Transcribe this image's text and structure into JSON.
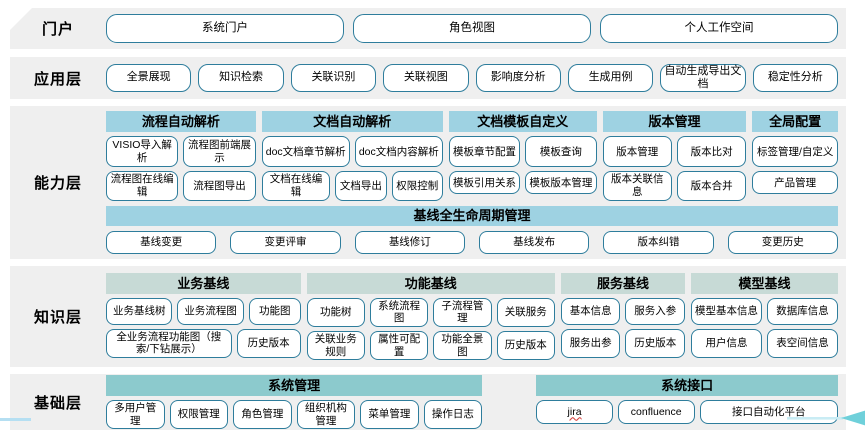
{
  "colors": {
    "band_background": "#efefef",
    "button_border": "#2e7d9c",
    "capability_header": "#9ed2e2",
    "knowledge_header": "#c7dad6",
    "foundation_header": "#8ccacd",
    "arrow": "#6fd0da",
    "arrow_tail": "#c9ecf4",
    "spellcheck_underline": "#d64541"
  },
  "layers": {
    "portal": {
      "label": "门户",
      "buttons": [
        "系统门户",
        "角色视图",
        "个人工作空间"
      ]
    },
    "application": {
      "label": "应用层",
      "buttons": [
        "全景展现",
        "知识检索",
        "关联识别",
        "关联视图",
        "影响度分析",
        "生成用例",
        "自动生成导出文档",
        "稳定性分析"
      ]
    },
    "capability": {
      "label": "能力层",
      "groups": [
        {
          "header": "流程自动解析",
          "rows": [
            [
              "VISIO导入解析",
              "流程图前端展示"
            ],
            [
              "流程图在线编辑",
              "流程图导出"
            ]
          ]
        },
        {
          "header": "文档自动解析",
          "rows": [
            [
              "doc文档章节解析",
              "doc文档内容解析"
            ],
            [
              "文档在线编辑",
              "文档导出",
              "权限控制"
            ]
          ]
        },
        {
          "header": "文档模板自定义",
          "rows": [
            [
              "模板章节配置",
              "模板查询"
            ],
            [
              "模板引用关系",
              "模板版本管理"
            ]
          ]
        },
        {
          "header": "版本管理",
          "rows": [
            [
              "版本管理",
              "版本比对"
            ],
            [
              "版本关联信息",
              "版本合并"
            ]
          ]
        },
        {
          "header": "全局配置",
          "rows": [
            [
              "标签管理/自定义"
            ],
            [
              "产品管理"
            ]
          ]
        }
      ],
      "baseline": {
        "header": "基线全生命周期管理",
        "buttons": [
          "基线变更",
          "变更评审",
          "基线修订",
          "基线发布",
          "版本纠错",
          "变更历史"
        ]
      }
    },
    "knowledge": {
      "label": "知识层",
      "groups": [
        {
          "header": "业务基线",
          "rows": [
            [
              "业务基线树",
              "业务流程图",
              "功能图"
            ],
            [
              "全业务流程功能图（搜索/下钻展示）",
              "历史版本"
            ]
          ]
        },
        {
          "header": "功能基线",
          "rows": [
            [
              "功能树",
              "系统流程图",
              "子流程管理",
              "关联服务"
            ],
            [
              "关联业务规则",
              "属性可配置",
              "功能全景图",
              "历史版本"
            ]
          ]
        },
        {
          "header": "服务基线",
          "rows": [
            [
              "基本信息",
              "服务入参"
            ],
            [
              "服务出参",
              "历史版本"
            ]
          ]
        },
        {
          "header": "模型基线",
          "rows": [
            [
              "模型基本信息",
              "数据库信息"
            ],
            [
              "用户信息",
              "表空间信息"
            ]
          ]
        }
      ]
    },
    "foundation": {
      "label": "基础层",
      "groups": [
        {
          "header": "系统管理",
          "rows": [
            [
              "多用户管理",
              "权限管理",
              "角色管理",
              "组织机构管理",
              "菜单管理",
              "操作日志"
            ]
          ]
        },
        {
          "header": "系统接口",
          "rows": [
            [
              "jira",
              "confluence",
              "接口自动化平台"
            ]
          ]
        }
      ]
    }
  }
}
